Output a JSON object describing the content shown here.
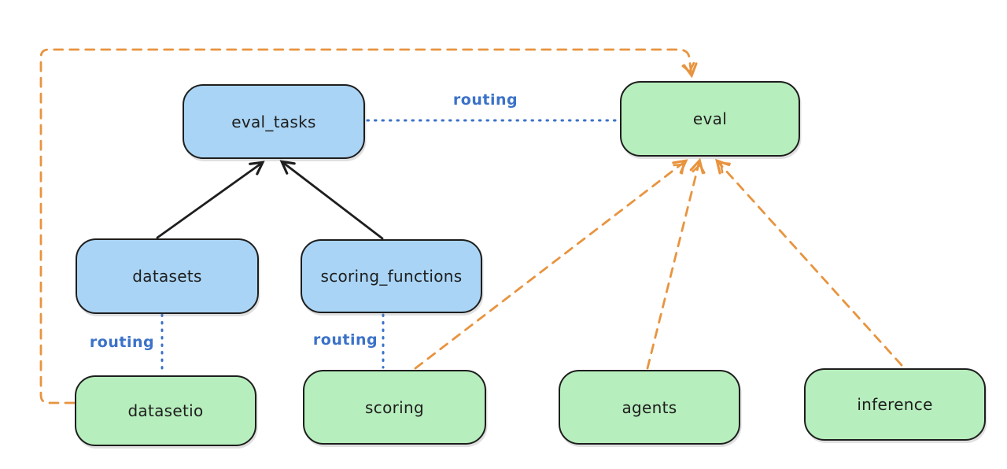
{
  "diagram": {
    "type": "architecture-diagram",
    "nodes": {
      "eval_tasks": {
        "label": "eval_tasks",
        "fill": "#a9d4f5"
      },
      "eval": {
        "label": "eval",
        "fill": "#b7eebd"
      },
      "datasets": {
        "label": "datasets",
        "fill": "#a9d4f5"
      },
      "scoring_functions": {
        "label": "scoring_functions",
        "fill": "#a9d4f5"
      },
      "datasetio": {
        "label": "datasetio",
        "fill": "#b7eebd"
      },
      "scoring": {
        "label": "scoring",
        "fill": "#b7eebd"
      },
      "agents": {
        "label": "agents",
        "fill": "#b7eebd"
      },
      "inference": {
        "label": "inference",
        "fill": "#b7eebd"
      }
    },
    "edges": [
      {
        "from": "datasets",
        "to": "eval_tasks",
        "style": "solid-arrow",
        "color": "#1e1e1e"
      },
      {
        "from": "scoring_functions",
        "to": "eval_tasks",
        "style": "solid-arrow",
        "color": "#1e1e1e"
      },
      {
        "from": "eval_tasks",
        "to": "eval",
        "style": "dotted",
        "color": "#3b72c8",
        "label": "routing"
      },
      {
        "from": "datasets",
        "to": "datasetio",
        "style": "dotted",
        "color": "#3b72c8",
        "label": "routing"
      },
      {
        "from": "scoring_functions",
        "to": "scoring",
        "style": "dotted",
        "color": "#3b72c8",
        "label": "routing"
      },
      {
        "from": "datasetio",
        "to": "eval",
        "style": "dashed-arrow",
        "color": "#e8943f"
      },
      {
        "from": "scoring",
        "to": "eval",
        "style": "dashed-arrow",
        "color": "#e8943f"
      },
      {
        "from": "agents",
        "to": "eval",
        "style": "dashed-arrow",
        "color": "#e8943f"
      },
      {
        "from": "inference",
        "to": "eval",
        "style": "dashed-arrow",
        "color": "#e8943f"
      }
    ],
    "edge_labels": [
      {
        "id": "routing-eval-tasks-to-eval",
        "text": "routing"
      },
      {
        "id": "routing-datasets-to-datasetio",
        "text": "routing"
      },
      {
        "id": "routing-scoring-functions-to-scoring",
        "text": "routing"
      }
    ],
    "colors": {
      "background": "#ffffff",
      "node_border": "#1e1e1e",
      "blue_node_fill": "#a9d4f5",
      "green_node_fill": "#b7eebd",
      "routing_line": "#3b72c8",
      "provider_arrow": "#e8943f",
      "dependency_arrow": "#1e1e1e"
    }
  }
}
